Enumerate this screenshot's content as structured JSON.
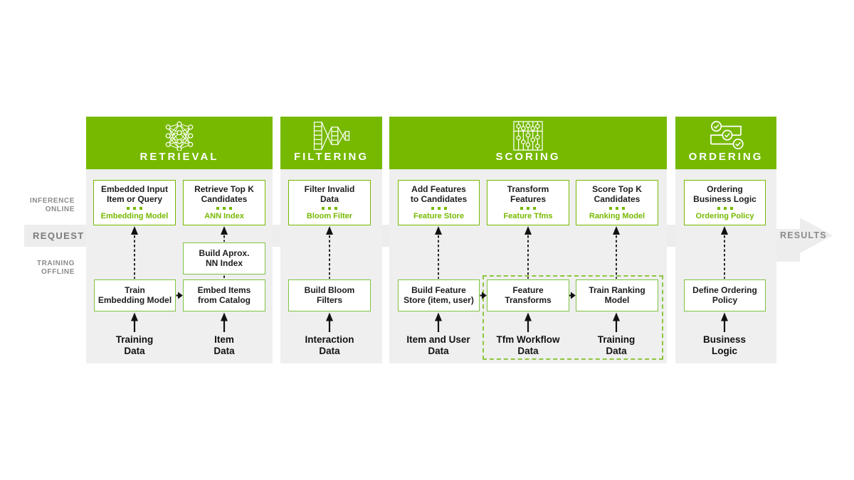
{
  "colors": {
    "brand_green": "#76b900",
    "training_box_border_green": "#7fc241",
    "dashed_group_green": "#8dc63f",
    "band_gray": "#ededed",
    "column_gray": "#efefef",
    "side_label_gray": "#8b8b8b",
    "text_black": "#1d1d1d",
    "box_fill": "#ffffff"
  },
  "side": {
    "inference": "INFERENCE\nONLINE",
    "request": "REQUEST",
    "training": "TRAINING\nOFFLINE",
    "results": "RESULTS"
  },
  "stages": [
    {
      "title": "RETRIEVAL",
      "icon": "neural-network-icon",
      "inference": [
        {
          "title": "Embedded Input\nItem or Query",
          "subtitle": "Embedding Model"
        },
        {
          "title": "Retrieve Top K\nCandidates",
          "subtitle": "ANN Index"
        }
      ],
      "training": [
        "Build Aprox.\nNN Index",
        "Train\nEmbedding Model",
        "Embed Items\nfrom Catalog"
      ],
      "sources": [
        "Training\nData",
        "Item\nData"
      ]
    },
    {
      "title": "FILTERING",
      "icon": "funnel-icon",
      "inference": [
        {
          "title": "Filter Invalid\nData",
          "subtitle": "Bloom Filter"
        }
      ],
      "training": [
        "Build Bloom\nFilters"
      ],
      "sources": [
        "Interaction\nData"
      ]
    },
    {
      "title": "SCORING",
      "icon": "abacus-icon",
      "inference": [
        {
          "title": "Add Features\nto Candidates",
          "subtitle": "Feature Store"
        },
        {
          "title": "Transform\nFeatures",
          "subtitle": "Feature Tfms"
        },
        {
          "title": "Score Top K\nCandidates",
          "subtitle": "Ranking Model"
        }
      ],
      "training": [
        "Build Feature\nStore (item, user)",
        "Feature\nTransforms",
        "Train Ranking\nModel"
      ],
      "sources": [
        "Item and User\nData",
        "Tfm Workflow\nData",
        "Training\nData"
      ]
    },
    {
      "title": "ORDERING",
      "icon": "checklist-flow-icon",
      "inference": [
        {
          "title": "Ordering\nBusiness Logic",
          "subtitle": "Ordering Policy"
        }
      ],
      "training": [
        "Define Ordering\nPolicy"
      ],
      "sources": [
        "Business\nLogic"
      ]
    }
  ]
}
